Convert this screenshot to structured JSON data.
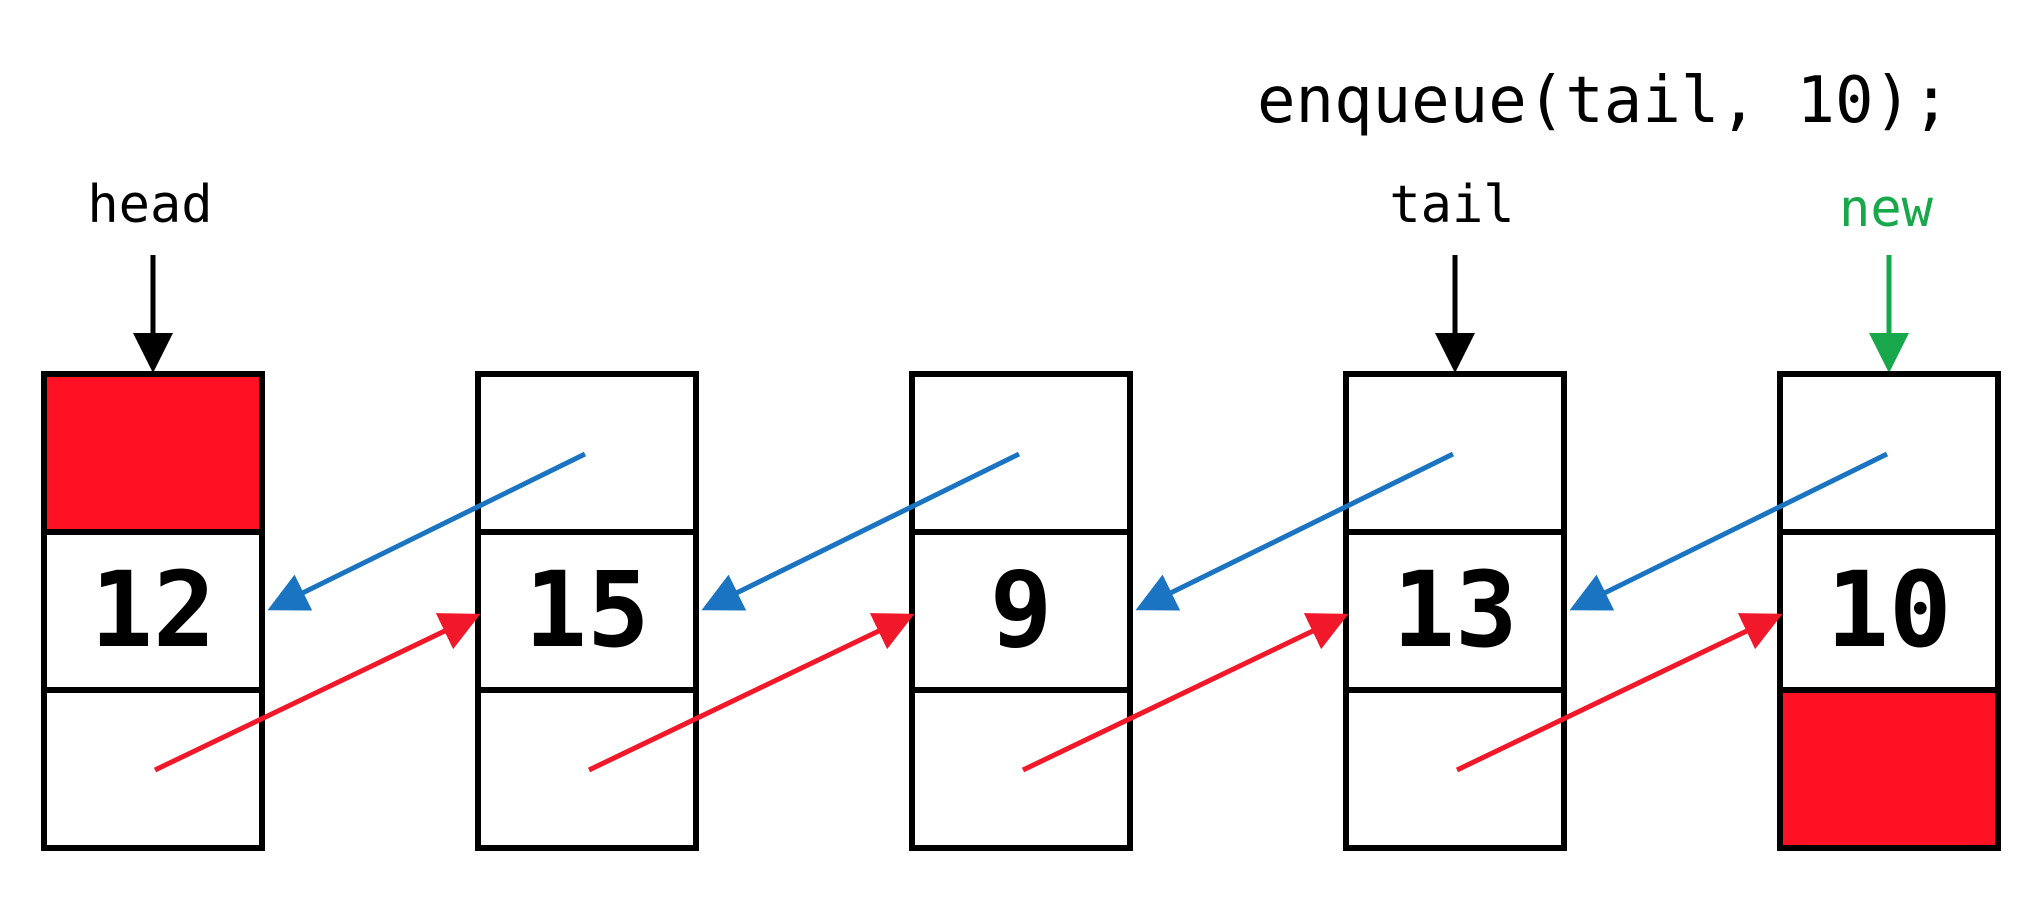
{
  "code": "enqueue(tail, 10);",
  "pointers": [
    {
      "label": "head",
      "target_node": 0,
      "color": "#000000"
    },
    {
      "label": "tail",
      "target_node": 3,
      "color": "#000000"
    },
    {
      "label": "new",
      "target_node": 4,
      "color": "#18a84b"
    }
  ],
  "nodes": [
    {
      "value": "12",
      "prev_null": true,
      "next_null": false
    },
    {
      "value": "15",
      "prev_null": false,
      "next_null": false
    },
    {
      "value": "9",
      "prev_null": false,
      "next_null": false
    },
    {
      "value": "13",
      "prev_null": false,
      "next_null": false
    },
    {
      "value": "10",
      "prev_null": false,
      "next_null": true
    }
  ],
  "colors": {
    "null_fill": "#fe1122",
    "next_link": "#f1182a",
    "prev_link": "#1b74c1",
    "box_stroke": "#000000",
    "new_pointer": "#18a84b"
  }
}
